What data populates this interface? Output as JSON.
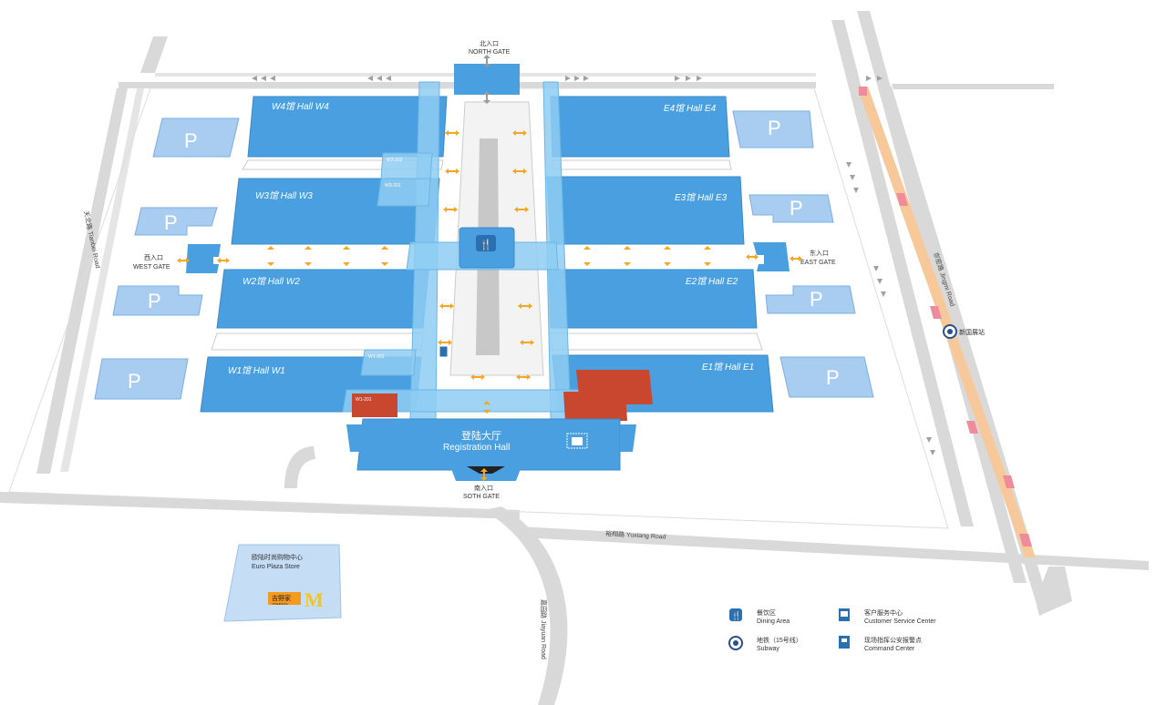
{
  "halls": {
    "w4": "W4馆 Hall W4",
    "w3": "W3馆 Hall W3",
    "w2": "W2馆 Hall W2",
    "w1": "W1馆 Hall W1",
    "e4": "E4馆 Hall E4",
    "e3": "E3馆 Hall E3",
    "e2": "E2馆 Hall E2",
    "e1": "E1馆 Hall E1"
  },
  "rooms": {
    "w3_202": "W3-202",
    "w3_201": "W3-201",
    "w1_202": "W1-202",
    "w1_201": "W1-201"
  },
  "parking": "P",
  "gates": {
    "north_cn": "北入口",
    "north_en": "NORTH GATE",
    "south_cn": "南入口",
    "south_en": "SOTH GATE",
    "west_cn": "西入口",
    "west_en": "WEST GATE",
    "east_cn": "东入口",
    "east_en": "EAST GATE"
  },
  "registration": {
    "cn": "登陆大厅",
    "en": "Registration Hall"
  },
  "roads": {
    "tianbei": "天北路 Tianbei Road",
    "jingmi": "京密路 Jingmi Road",
    "yuxiang": "裕翔路 Yuxiang Road",
    "jiayuan": "嘉园路 Jiayuan Road"
  },
  "subway_station": "新国展站",
  "store": {
    "cn": "欧陆时尚购物中心",
    "en": "Euro Plaza Store",
    "yoshinoya": "吉野家",
    "yoshinoya_en": "YOSHINOYA",
    "mcd": "M"
  },
  "legend": {
    "dining_cn": "餐饮区",
    "dining_en": "Dining Area",
    "subway_cn": "地铁（15号线）",
    "subway_en": "Subway",
    "service_cn": "客户服务中心",
    "service_en": "Customer Service Center",
    "command_cn": "现场指挥公安报警点",
    "command_en": "Command Center"
  },
  "colors": {
    "hall": "#4a9fe0",
    "parking": "#a9cdf0",
    "corridor": "#8ecdf2",
    "red_area": "#c8472e",
    "arrow": "#f5a623",
    "road": "#d9d9d9",
    "metro_line": "#f7c89a",
    "metro_station": "#ef8c9c"
  },
  "icons": [
    "dining-icon",
    "subway-icon",
    "service-icon",
    "command-icon",
    "north-arrow-icon"
  ]
}
